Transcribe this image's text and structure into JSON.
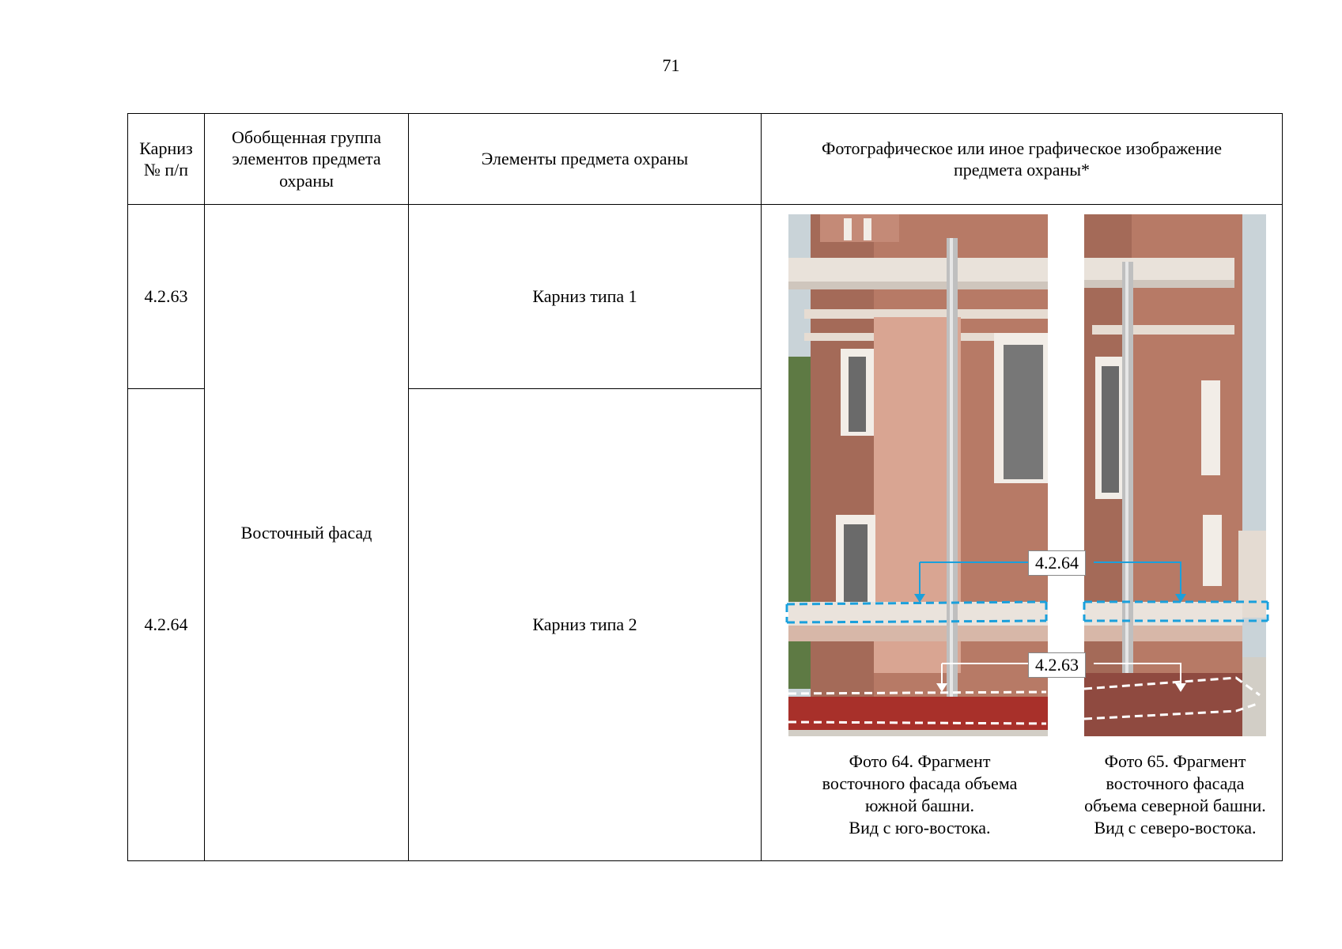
{
  "page": {
    "number": "71"
  },
  "table": {
    "headers": {
      "col1": "Карниз № п/п",
      "col2": "Обобщенная группа элементов предмета охраны",
      "col3": "Элементы предмета охраны",
      "col4": "Фотографическое или иное графическое изображение предмета охраны*"
    },
    "group": "Восточный фасад",
    "rows": [
      {
        "number": "4.2.63",
        "element": "Карниз типа 1"
      },
      {
        "number": "4.2.64",
        "element": "Карниз типа 2"
      }
    ]
  },
  "photos": {
    "labels": {
      "upper": "4.2.64",
      "lower": "4.2.63"
    },
    "photo1_caption": [
      "Фото 64. Фрагмент",
      "восточного фасада объема",
      "южной башни.",
      "Вид с юго-востока."
    ],
    "photo2_caption": [
      "Фото 65. Фрагмент",
      "восточного фасада",
      "объема северной башни.",
      "Вид с северо-востока."
    ]
  },
  "colors": {
    "brick": "#b77a66",
    "brick_light": "#d9a592",
    "plinth_red": "#a8302a",
    "trim_white": "#f2ede7",
    "marker_blue": "#1aa0dc",
    "marker_white": "#ffffff"
  }
}
